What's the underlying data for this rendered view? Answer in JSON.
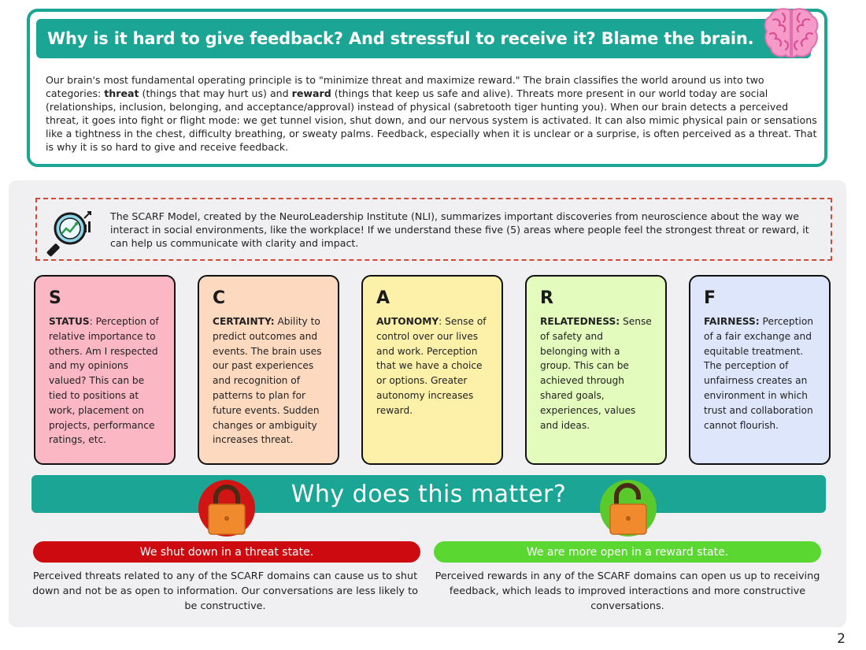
{
  "header": {
    "title": "Why is it hard to give feedback? And stressful to receive it? Blame the brain.",
    "intro": {
      "part1": "Our brain's most fundamental operating principle is to \"minimize threat and maximize reward.\" The brain classifies the world around us into two categories: ",
      "threat_word": "threat",
      "part2": " (things that may hurt us) and ",
      "reward_word": "reward",
      "part3": " (things that keep us safe and alive). Threats more present in our world today are social (relationships, inclusion, belonging, and acceptance/approval) instead of physical (sabretooth tiger hunting you). When our brain detects a perceived threat, it goes into fight or flight mode: we get tunnel vision, shut down, and our nervous system is activated. It can also mimic physical pain or sensations like a tightness in the chest, difficulty breathing, or sweaty palms. Feedback, especially when it is unclear or a surprise, is often perceived as a threat. That is why it is so hard to give and receive feedback."
    }
  },
  "scarf_intro": "The SCARF Model, created by the NeuroLeadership Institute (NLI), summarizes important discoveries from neuroscience about the way we interact in social environments, like the workplace! If we understand these five (5) areas where people feel the strongest threat or reward, it can help us communicate with clarity and impact.",
  "cards": [
    {
      "letter": "S",
      "term": "STATUS",
      "text": ": Perception of relative importance to others. Am I respected and my opinions valued? This can be tied to positions at work, placement on projects, performance ratings, etc.",
      "color": "#fbb7c3"
    },
    {
      "letter": "C",
      "term": "CERTAINTY:",
      "text": " Ability to predict outcomes and events. The brain uses our past experiences and recognition of patterns to plan for future events. Sudden changes or ambiguity increases threat.",
      "color": "#fdd9c0"
    },
    {
      "letter": "A",
      "term": "AUTONOMY",
      "text": ": Sense of control over our lives and work. Perception that we have a choice or options. Greater autonomy increases reward.",
      "color": "#fdf1a9"
    },
    {
      "letter": "R",
      "term": "RELATEDNESS:",
      "text": " Sense of safety and belonging with a group. This can be achieved through shared goals, experiences, values and ideas.",
      "color": "#e3fbbd"
    },
    {
      "letter": "F",
      "term": "FAIRNESS:",
      "text": " Perception of a fair exchange and equitable treatment. The perception of unfairness creates an environment in which trust and collaboration cannot flourish.",
      "color": "#dde6fb"
    }
  ],
  "matter": {
    "title": "Why does this matter?",
    "threat": {
      "label": "We shut down in a threat state.",
      "text": "Perceived threats related to any of the SCARF domains can cause us to shut down and not be as open to information. Our conversations are less likely to be constructive.",
      "color": "#cc0a0f"
    },
    "reward": {
      "label": "We are more open in a reward state.",
      "text": "Perceived rewards in any of the SCARF domains can open us up to receiving feedback, which leads to improved interactions and more constructive conversations.",
      "color": "#5ad730"
    }
  },
  "page_number": "2",
  "icons": {
    "brain": "brain-icon",
    "magnifier": "magnifier-chart-icon",
    "lock_closed": "locked-padlock-icon",
    "lock_open": "unlocked-padlock-icon"
  },
  "colors": {
    "teal": "#1aa594",
    "dashed_border": "#d24a35"
  }
}
